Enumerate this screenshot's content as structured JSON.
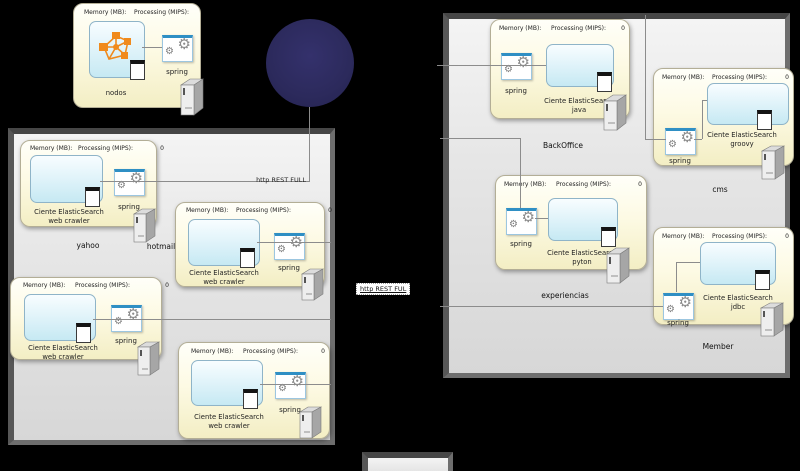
{
  "shared": {
    "memory": "Memory (MB):",
    "processing": "Processing (MIPS):",
    "zero": "0",
    "spring": "spring"
  },
  "nodes": {
    "nodos": {
      "client": "nodos"
    },
    "yahoo": {
      "line1": "Ciente ElasticSearch",
      "line2": "web crawler",
      "label": "yahoo"
    },
    "hotmail": {
      "line1": "Ciente ElasticSearch",
      "line2": "web crawler",
      "label": "hotmail"
    },
    "crawler3": {
      "line1": "Ciente ElasticSearch",
      "line2": "web crawler"
    },
    "crawler4": {
      "line1": "Ciente ElasticSearch",
      "line2": "web crawler"
    },
    "java": {
      "line1": "Ciente ElasticSearch",
      "line2": "java",
      "label": "BackOffice"
    },
    "groovy": {
      "line1": "Ciente ElasticSearch",
      "line2": "groovy",
      "label": "cms"
    },
    "pyton": {
      "line1": "Ciente ElasticSearch",
      "line2": "pyton",
      "label": "experiencias"
    },
    "jdbc": {
      "line1": "Ciente ElasticSearch",
      "line2": "jdbc",
      "label": "Member"
    }
  },
  "edges": {
    "rest_full": "http REST FULL",
    "rest_ful_edit": "http REST FUL"
  },
  "colors": {
    "background": "#000000",
    "container_fill": "#e6e6e6",
    "node_fill": "#fdfae4",
    "client_fill": "#d8f0f8",
    "spring_bar": "#2f8fc4",
    "cloud": "#2d2b5e",
    "orange_icon": "#f08a1c",
    "wire": "#8c8c8c"
  }
}
